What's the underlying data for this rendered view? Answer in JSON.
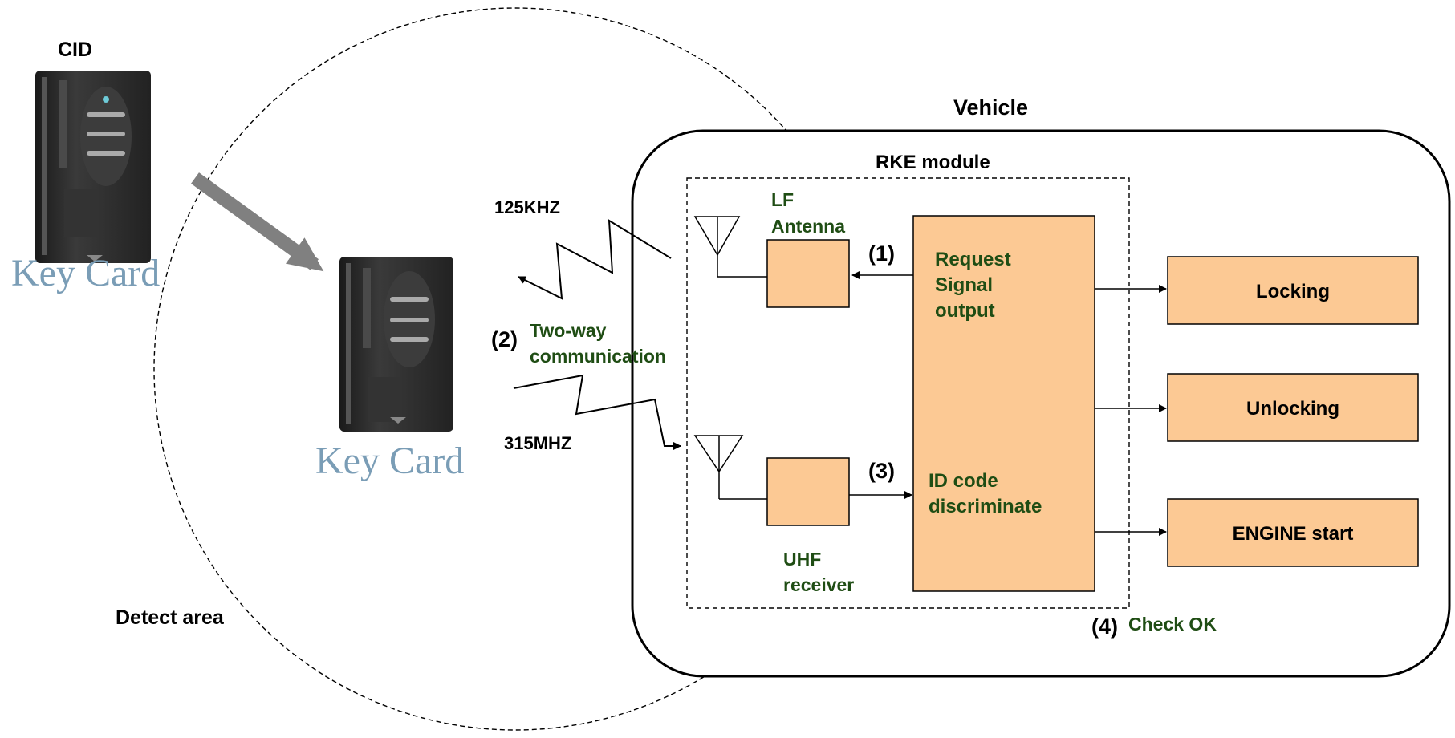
{
  "labels": {
    "cid": "CID",
    "key_card_1": "Key Card",
    "key_card_2": "Key Card",
    "detect_area": "Detect area",
    "vehicle": "Vehicle",
    "rke_module": "RKE module",
    "freq_lf": "125KHZ",
    "freq_uhf": "315MHZ",
    "step2_num": "(2)",
    "two_way_1": "Two-way",
    "two_way_2": "communication",
    "lf_antenna_1": "LF",
    "lf_antenna_2": "Antenna",
    "uhf_receiver_1": "UHF",
    "uhf_receiver_2": "receiver",
    "step1": "(1)",
    "step3": "(3)",
    "request_1": "Request",
    "request_2": "Signal",
    "request_3": "output",
    "id_code_1": "ID code",
    "id_code_2": "discriminate",
    "step4_num": "(4)",
    "check_ok": "Check OK",
    "locking": "Locking",
    "unlocking": "Unlocking",
    "engine_start": "ENGINE start"
  },
  "colors": {
    "box_fill": "#fcc994",
    "label_green": "#1f4d14",
    "key_card_text": "#7a9db6",
    "arrow_gray": "#808080",
    "card_body": "#2b2b2b"
  }
}
